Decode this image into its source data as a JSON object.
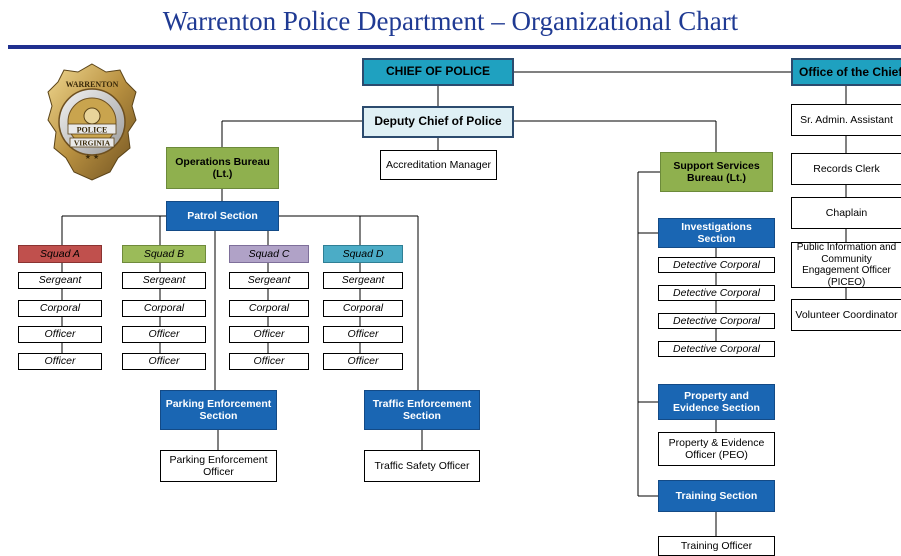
{
  "title": "Warrenton Police Department – Organizational Chart",
  "badge": {
    "text_top": "WARRENTON",
    "text_mid": "POLICE",
    "text_bottom": "VIRGINIA"
  },
  "chief": "CHIEF OF POLICE",
  "deputy": "Deputy Chief of Police",
  "accreditation": "Accreditation Manager",
  "operations": "Operations Bureau (Lt.)",
  "support": "Support Services Bureau (Lt.)",
  "patrol": "Patrol Section",
  "squads": [
    {
      "name": "Squad A",
      "color": "#c0504d",
      "members": [
        "Sergeant",
        "Corporal",
        "Officer",
        "Officer"
      ]
    },
    {
      "name": "Squad B",
      "color": "#9bbb59",
      "members": [
        "Sergeant",
        "Corporal",
        "Officer",
        "Officer"
      ]
    },
    {
      "name": "Squad C",
      "color": "#b0a2c7",
      "members": [
        "Sergeant",
        "Corporal",
        "Officer",
        "Officer"
      ]
    },
    {
      "name": "Squad D",
      "color": "#4bacc6",
      "members": [
        "Sergeant",
        "Corporal",
        "Officer",
        "Officer"
      ]
    }
  ],
  "parking": {
    "section": "Parking Enforcement Section",
    "officer": "Parking Enforcement Officer"
  },
  "traffic": {
    "section": "Traffic Enforcement Section",
    "officer": "Traffic Safety Officer"
  },
  "investigations": {
    "section": "Investigations Section",
    "members": [
      "Detective Corporal",
      "Detective Corporal",
      "Detective Corporal",
      "Detective Corporal"
    ]
  },
  "property": {
    "section": "Property and Evidence Section",
    "officer": "Property & Evidence Officer (PEO)"
  },
  "training": {
    "section": "Training Section",
    "officer": "Training Officer"
  },
  "office_of_chief": {
    "head": "Office of the Chief",
    "members": [
      "Sr. Admin. Assistant",
      "Records Clerk",
      "Chaplain",
      "Public Information and Community Engagement Officer (PICEO)",
      "Volunteer Coordinator"
    ]
  }
}
